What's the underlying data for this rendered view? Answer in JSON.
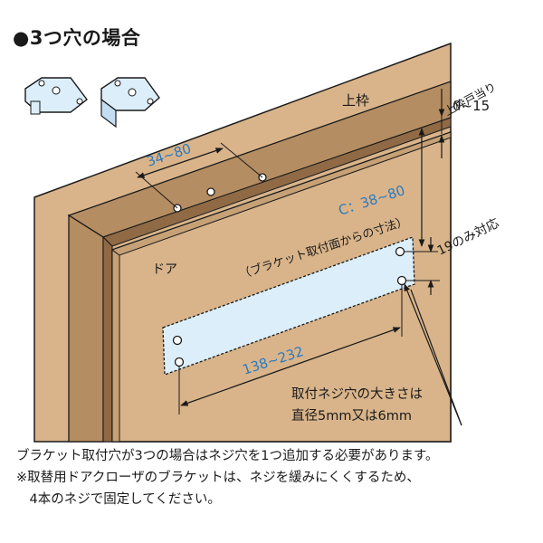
{
  "title": "●3つ穴の場合",
  "labels": {
    "frame": "上枠",
    "frame_stop": "上枠戸当り",
    "frame_stop_range": "0~15",
    "hole_spacing_top": "34~80",
    "c_dimension": "C：38~80",
    "c_note": "（ブラケット取付面からの寸法）",
    "only_19": "19のみ対応",
    "door": "ドア",
    "hole_spacing_bottom": "138~232",
    "screw_hole_line1": "取付ネジ穴の大きさは",
    "screw_hole_line2": "直径5mm又は6mm"
  },
  "notes": [
    "ブラケット取付穴が3つの場合はネジ穴を1つ追加する必要があります。",
    "※取替用ドアクローザのブラケットは、ネジを緩みにくくするため、",
    "　4本のネジで固定してください。"
  ],
  "colors": {
    "frame_face": "#d9b48a",
    "frame_dark": "#b58d62",
    "stop_dark": "#8f6a45",
    "door": "#d9b48a",
    "bracket_fill": "#dbeefa",
    "accent_blue": "#2a7ac0",
    "line": "#1a1a1a"
  },
  "icons": [
    "bracket-flat-icon",
    "bracket-raised-icon"
  ]
}
